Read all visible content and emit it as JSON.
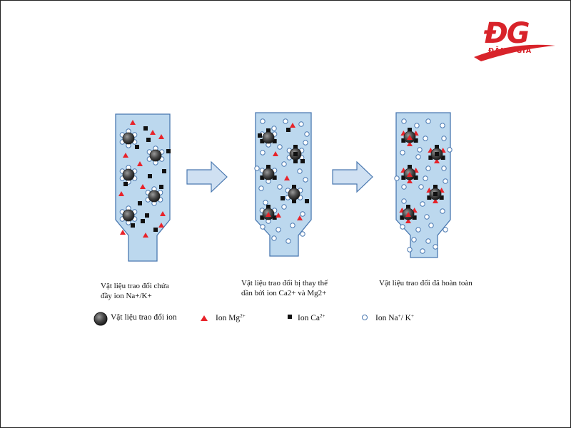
{
  "captions": [
    {
      "line1": "Vật liệu trao đổi chứa",
      "line2": "đầy ion Na+/K+"
    },
    {
      "line1": "Vật liệu trao đổi bị thay thế",
      "line2": "dần bởi ion Ca2+ và Mg2+"
    },
    {
      "line1": "Vật liệu trao đổi đã hoàn toàn",
      "line2": ""
    }
  ],
  "legend": {
    "resin": "Vật liệu trao đổi ion",
    "mg": "Ion Mg",
    "mg_charge": "2+",
    "ca": "Ion Ca",
    "ca_charge": "2+",
    "na": "Ion Na",
    "na_charge": "+",
    "na_suffix": "/ K",
    "na_suffix_charge": "+"
  },
  "logo": {
    "mark": "ĐG",
    "name": "ĐẶNG GIA"
  },
  "colors": {
    "column_fill": "#bcd8ee",
    "column_stroke": "#4a78b0",
    "arrow_fill": "#cfe0f2",
    "mg_ion": "#e8232a",
    "ca_ion": "#111111",
    "na_ion_stroke": "#4a78b0",
    "resin_bead": "#444444",
    "brand": "#d8232a"
  },
  "icons": {
    "mg": "red-triangle",
    "ca": "black-square",
    "na": "white-circle-outline",
    "resin": "dark-gray-sphere",
    "step": "right-arrow"
  }
}
